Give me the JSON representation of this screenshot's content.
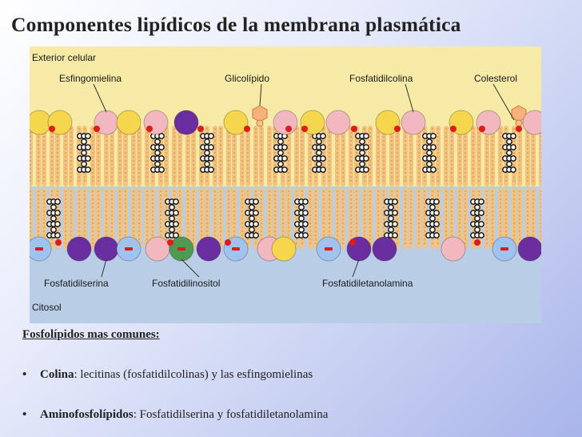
{
  "title": "Componentes lipídicos de la membrana plasmática",
  "figure": {
    "label_exterior": "Exterior celular",
    "label_citosol": "Citosol",
    "top_labels": [
      "Esfingomielina",
      "Glicolípido",
      "Fosfatidilcolina",
      "Colesterol"
    ],
    "bottom_labels": [
      "Fosfatidilserina",
      "Fosfatidilinositol",
      "Fosfatidiletanolamina"
    ],
    "colors": {
      "exterior": "#f7eaa6",
      "citosol": "#b9cde6",
      "tail": "#f3c27e",
      "tail_stroke": "#c98d3e",
      "head_yellow": "#f6d64c",
      "head_pink": "#f2b7bf",
      "head_purple": "#6b2ea0",
      "head_blue": "#9fc2ee",
      "head_green": "#4e9a52",
      "head_orange": "#f6b27a",
      "charge_red": "#e01b1b"
    }
  },
  "text": {
    "heading": "Fosfolípidos mas comunes:",
    "bullet_symbol": "•",
    "item1_term": "Colina",
    "item1_text": ": lecitinas (fosfatidilcolinas) y las esfingomielinas",
    "item2_term": "Aminofosfolípidos",
    "item2_text": ": Fosfatidilserina y fosfatidiletanolamina"
  }
}
